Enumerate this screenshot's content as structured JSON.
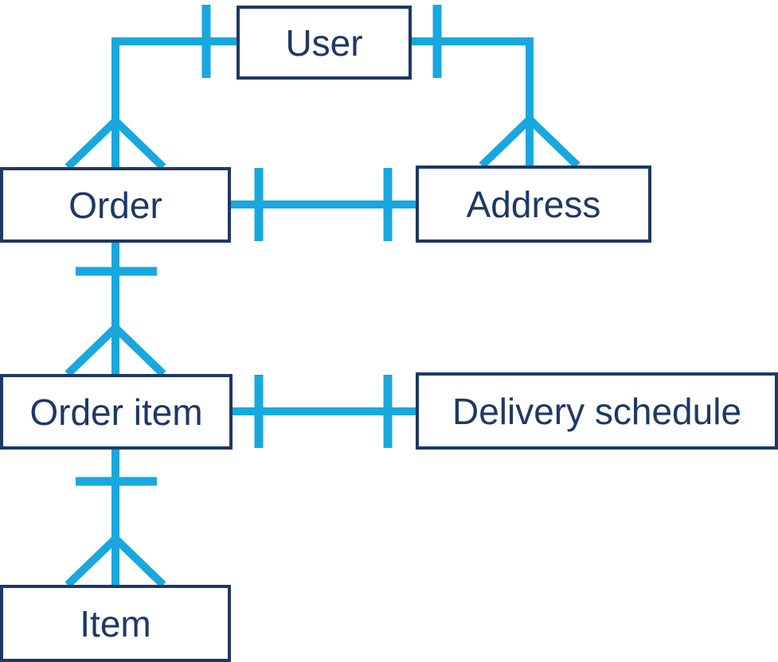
{
  "diagram": {
    "kind": "entity-relationship-diagram",
    "notation": "crow's foot",
    "colors": {
      "connector": "#18A8DE",
      "entity_border": "#1F3864",
      "entity_text": "#1F3864",
      "background": "#FFFFFF"
    },
    "entities": [
      {
        "id": "user",
        "label": "User"
      },
      {
        "id": "order",
        "label": "Order"
      },
      {
        "id": "address",
        "label": "Address"
      },
      {
        "id": "order-item",
        "label": "Order item"
      },
      {
        "id": "delivery-schedule",
        "label": "Delivery schedule"
      },
      {
        "id": "item",
        "label": "Item"
      }
    ],
    "relationships": [
      {
        "from": "User",
        "to": "Order",
        "cardinality": "one-to-many",
        "one_end": "User",
        "many_end": "Order"
      },
      {
        "from": "User",
        "to": "Address",
        "cardinality": "one-to-many",
        "one_end": "User",
        "many_end": "Address"
      },
      {
        "from": "Order",
        "to": "Address",
        "cardinality": "one-to-one",
        "one_end": "Order",
        "many_end": null
      },
      {
        "from": "Order",
        "to": "Order item",
        "cardinality": "one-to-many",
        "one_end": "Order",
        "many_end": "Order item"
      },
      {
        "from": "Order item",
        "to": "Delivery schedule",
        "cardinality": "one-to-one",
        "one_end": "Order item",
        "many_end": null
      },
      {
        "from": "Order item",
        "to": "Item",
        "cardinality": "one-to-many",
        "one_end": "Order item",
        "many_end": "Item"
      }
    ]
  }
}
